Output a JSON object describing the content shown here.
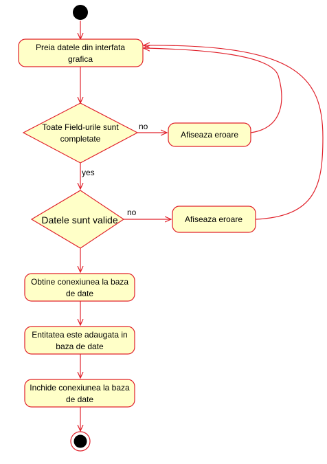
{
  "diagram": {
    "colors": {
      "stroke": "#e0202a",
      "fill": "#ffffc8",
      "start_end": "#000000",
      "text": "#000000"
    },
    "activities": {
      "read_data": {
        "line1": "Preia datele din interfata",
        "line2": "grafica"
      },
      "error_1": {
        "label": "Afiseaza eroare"
      },
      "error_2": {
        "label": "Afiseaza eroare"
      },
      "get_connection": {
        "line1": "Obtine conexiunea la baza",
        "line2": "de date"
      },
      "add_entity": {
        "line1": "Entitatea este adaugata in",
        "line2": "baza de date"
      },
      "close_connection": {
        "line1": "Inchide conexiunea la baza",
        "line2": "de date"
      }
    },
    "decisions": {
      "fields_complete": {
        "line1": "Toate Field-urile sunt",
        "line2": "completate"
      },
      "data_valid": {
        "label": "Datele sunt valide"
      }
    },
    "guards": {
      "no_1": "no",
      "yes_1": "yes",
      "no_2": "no"
    }
  }
}
